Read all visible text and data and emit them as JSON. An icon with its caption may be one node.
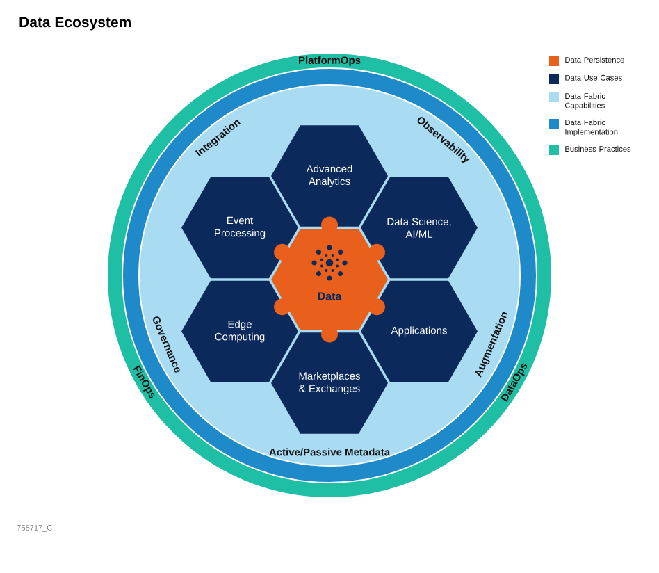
{
  "diagram": {
    "title": "Data Ecosystem",
    "nodes": [
      {
        "text": [
          "PlatformOps",
          "DataOps",
          "FinOps"
        ]
      },
      {
        "text": [],
        "shape": "circle",
        "in": 0
      },
      {
        "text": [
          "Integration",
          "Observability",
          "Augmentation",
          "Active/Passive Metadata",
          "Governance"
        ],
        "in": 1
      },
      {
        "text": [
          "Advanced Analytics"
        ],
        "in": 2
      },
      {
        "text": [
          "Event Processing"
        ],
        "in": 2
      },
      {
        "text": [
          "Data Science, AI/ML"
        ],
        "in": 2
      },
      {
        "text": [
          "Data"
        ],
        "in": 2
      },
      {
        "text": [
          "Edge Computing"
        ],
        "in": 2
      },
      {
        "text": [
          "Applications"
        ],
        "in": 2
      },
      {
        "text": [
          "Marketplaces & Exchanges"
        ],
        "in": 2
      }
    ],
    "edges": [],
    "labels": [
      "758717_C"
    ],
    "legend": [
      {
        "text": "Data Persistence",
        "color": "#e8601c"
      },
      {
        "text": "Data Use Cases",
        "color": "#0b2a5b"
      },
      {
        "text": "Data Fabric Capabilities",
        "color": "#a9dcf2"
      },
      {
        "text": "Data Fabric Implementation",
        "color": "#1f8ac9"
      },
      {
        "text": "Business Practices",
        "color": "#1fbfa6"
      }
    ]
  }
}
